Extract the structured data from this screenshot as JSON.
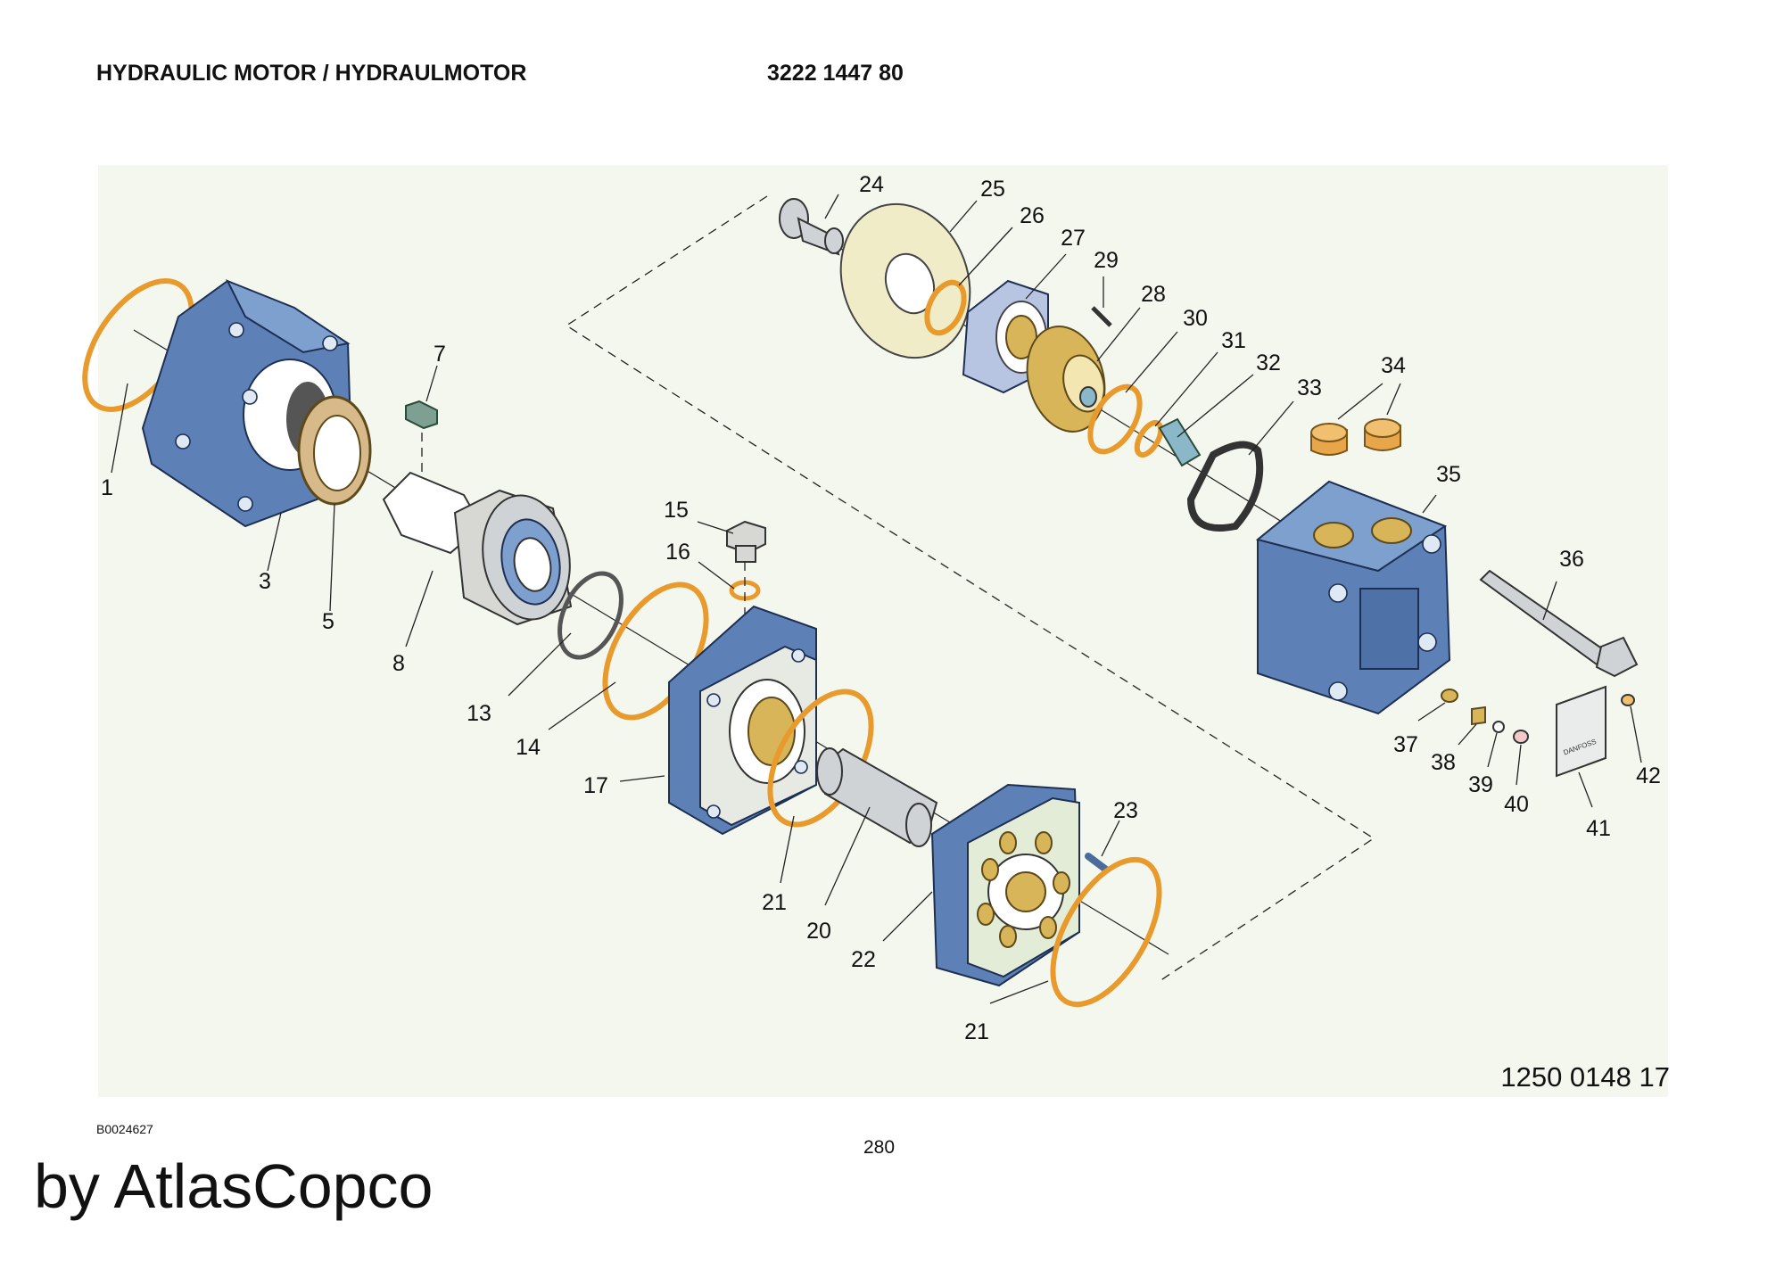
{
  "header": {
    "title": "HYDRAULIC MOTOR / HYDRAULMOTOR",
    "part_number": "3222 1447 80"
  },
  "diagram": {
    "callouts": [
      "1",
      "3",
      "5",
      "7",
      "8",
      "13",
      "14",
      "15",
      "16",
      "17",
      "21",
      "20",
      "22",
      "23",
      "21",
      "24",
      "25",
      "26",
      "27",
      "29",
      "28",
      "30",
      "31",
      "32",
      "33",
      "34",
      "35",
      "36",
      "37",
      "38",
      "39",
      "40",
      "41",
      "42"
    ],
    "nameplate_text": "DANFOSS"
  },
  "footer": {
    "reference_number": "1250 0148 17",
    "drawing_code": "B0024627",
    "page_number": "280",
    "brand_credit": "by AtlasCopco"
  },
  "colors": {
    "housing_blue": "#5d81b6",
    "seal_orange": "#e89a2c",
    "panel_background": "#f4f7ee"
  }
}
